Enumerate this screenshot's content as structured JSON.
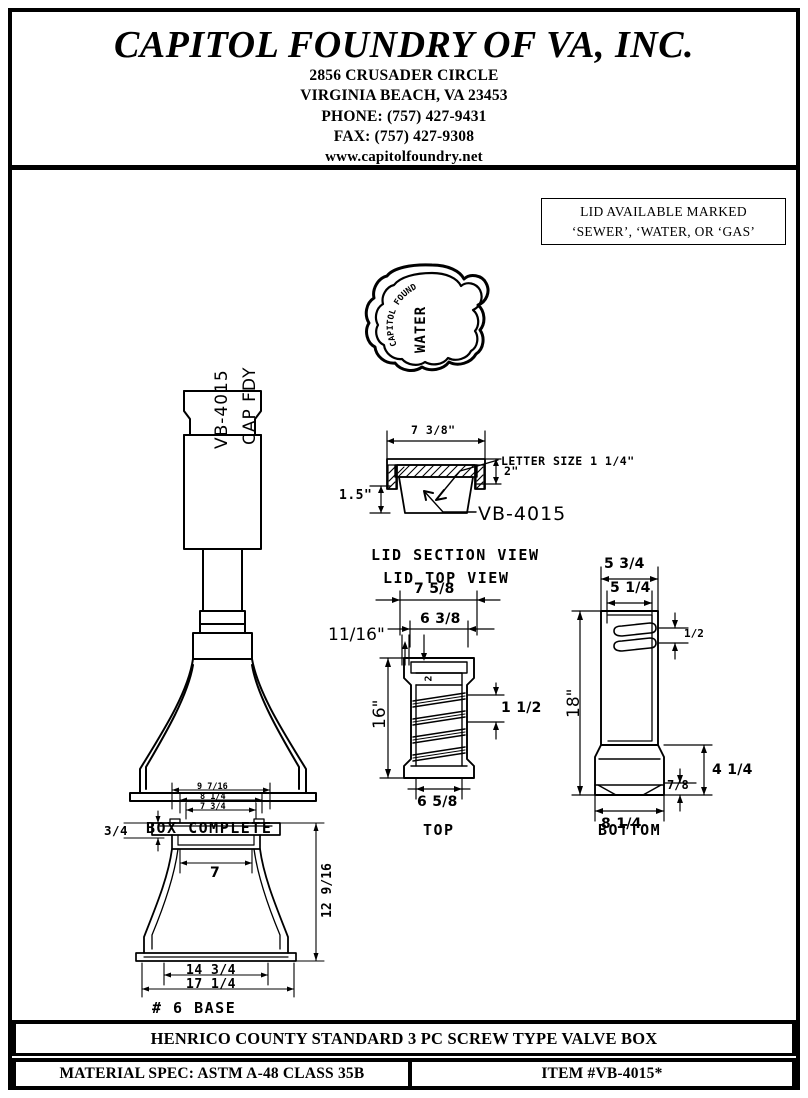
{
  "header": {
    "company": "CAPITOL FOUNDRY OF VA, INC.",
    "address1": "2856 CRUSADER CIRCLE",
    "address2": "VIRGINIA BEACH, VA 23453",
    "phone": "PHONE: (757) 427-9431",
    "fax": "FAX: (757) 427-9308",
    "website": "www.capitolfoundry.net"
  },
  "note_box": {
    "line1": "LID AVAILABLE MARKED",
    "line2": "‘SEWER’, ‘WATER, OR ‘GAS’"
  },
  "views": {
    "lid_top": {
      "title": "LID TOP VIEW",
      "center_text": "WATER",
      "ring_text": "CAPITOL FOUNDRY",
      "callout": "LETTER SIZE 1 1/4\""
    },
    "lid_section": {
      "title": "LID SECTION VIEW",
      "part_label": "VB-4015",
      "dim_width": "7 3/8\"",
      "dim_height": "2\"",
      "dim_skirt": "1.5\""
    },
    "box_complete": {
      "title": "BOX COMPLETE",
      "cast_line1": "VB-4015",
      "cast_line2": "CAP FDY"
    },
    "top": {
      "title": "TOP",
      "dim_outer_width": "7 5/8",
      "dim_inner_width": "6 3/8",
      "dim_wall": "11/16\"",
      "dim_lip": "2",
      "dim_height": "16\"",
      "dim_thread_pitch": "1 1/2",
      "dim_bottom_width": "6 5/8"
    },
    "bottom": {
      "title": "BOTTOM",
      "dim_outer_width": "5 3/4",
      "dim_inner_width": "5 1/4",
      "dim_height": "18\"",
      "dim_slot": "1/2",
      "dim_flange_height": "4 1/4",
      "dim_flange_thick": "7/8",
      "dim_base_width": "8 1/4"
    },
    "base": {
      "title": "# 6 BASE",
      "dim_w1": "9 7/16",
      "dim_w2": "8 1/4",
      "dim_w3": "7 3/4",
      "dim_flange_thick": "3/4",
      "dim_throat": "7",
      "dim_height": "12 9/16",
      "dim_bottom_inner": "14 3/4",
      "dim_bottom_outer": "17 1/4"
    }
  },
  "title_block": {
    "description": "HENRICO COUNTY STANDARD 3 PC SCREW TYPE VALVE BOX",
    "material_spec": "MATERIAL SPEC:  ASTM A-48 CLASS 35B",
    "item_number": "ITEM #VB-4015*"
  }
}
